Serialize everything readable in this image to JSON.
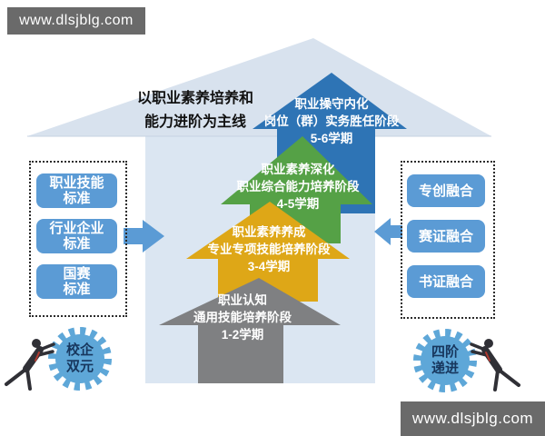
{
  "banners": {
    "top_left": "www.dlsjblg.com",
    "bottom_right": "www.dlsjblg.com"
  },
  "title": {
    "line1": "以职业素养培养和",
    "line2": "能力进阶为主线"
  },
  "arrows": [
    {
      "id": "stage-4",
      "lines": [
        "职业操守内化",
        "岗位（群）实务胜任阶段",
        "5-6学期"
      ]
    },
    {
      "id": "stage-3",
      "lines": [
        "职业素养深化",
        "职业综合能力培养阶段",
        "4-5学期"
      ]
    },
    {
      "id": "stage-2",
      "lines": [
        "职业素养养成",
        "专业专项技能培养阶段",
        "3-4学期"
      ]
    },
    {
      "id": "stage-1",
      "lines": [
        "职业认知",
        "通用技能培养阶段",
        "1-2学期"
      ]
    }
  ],
  "left_panel": {
    "items": [
      {
        "lines": [
          "职业技能",
          "标准"
        ]
      },
      {
        "lines": [
          "行业企业",
          "标准"
        ]
      },
      {
        "lines": [
          "国赛",
          "标准"
        ]
      }
    ]
  },
  "right_panel": {
    "items": [
      {
        "label": "专创融合"
      },
      {
        "label": "赛证融合"
      },
      {
        "label": "书证融合"
      }
    ]
  },
  "gears": {
    "left": {
      "lines": [
        "校企",
        "双元"
      ]
    },
    "right": {
      "lines": [
        "四阶",
        "递进"
      ]
    }
  },
  "colors": {
    "banner_bg": "#6a6a6a",
    "roof": "#d8e2ee",
    "roof_edge": "#c6d2e2",
    "wall": "#dbe6f2",
    "stage_blue": "#2e74b5",
    "stage_green": "#55a146",
    "stage_gold": "#dea717",
    "stage_gray": "#7f8082",
    "side_blue": "#5b9bd5",
    "gear_fill": "#5ea7d8",
    "gear_text": "#17365d",
    "person": "#303036",
    "tie": "#b23a30"
  }
}
